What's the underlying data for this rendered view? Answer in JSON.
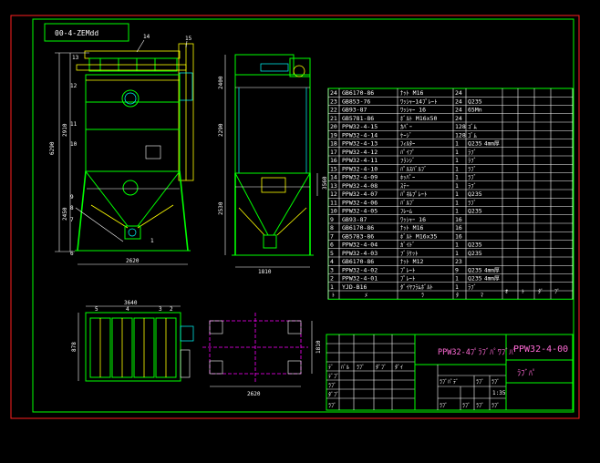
{
  "drawing": {
    "title_code": "PPW32-4-00",
    "mirrored_code": "00-4-ZEMdd",
    "subtitle": "ﾗﾌﾞﾊﾟ",
    "assembly_name": "PPW32-4ﾌﾟﾗﾌﾞﾊﾟﾜﾌﾞﾊﾟ",
    "scale": "1:35"
  },
  "callouts": {
    "front": [
      "13",
      "12",
      "11",
      "10",
      "9",
      "8",
      "7",
      "6",
      "14",
      "15",
      "1"
    ],
    "plan": [
      "5",
      "4",
      "3",
      "2"
    ]
  },
  "dimensions": {
    "front_height": "6290",
    "front_upper": "2910",
    "front_lower": "2450",
    "front_width": "2620",
    "side_top": "2400",
    "side_mid": "2290",
    "side_low": "2530",
    "side_r": "3560",
    "side_width": "1810",
    "plan_width": "3640",
    "plan_height": "878",
    "base_width": "2620",
    "base_height": "1810"
  },
  "bom": [
    {
      "no": "24",
      "code": "GB6170-86",
      "name": "ﾅｯﾄ M16",
      "qty": "24",
      "mat": "",
      "note": ""
    },
    {
      "no": "23",
      "code": "GB853-76",
      "name": "ﾜｯｼｬｰ14ﾌﾟﾚｰﾄ",
      "qty": "24",
      "mat": "Q235",
      "note": ""
    },
    {
      "no": "22",
      "code": "GB93-87",
      "name": "ﾜｯｼｬｰ 16",
      "qty": "24",
      "mat": "65Mn",
      "note": ""
    },
    {
      "no": "21",
      "code": "GB5781-86",
      "name": "ﾎﾞﾙﾄ M16x50",
      "qty": "24",
      "mat": "",
      "note": ""
    },
    {
      "no": "20",
      "code": "PPW32-4-15",
      "name": "ｶﾊﾞｰ",
      "qty": "128",
      "mat": "ｺﾞﾑ",
      "note": ""
    },
    {
      "no": "19",
      "code": "PPW32-4-14",
      "name": "ｹｰｼﾞ",
      "qty": "128",
      "mat": "ｺﾞﾑ",
      "note": ""
    },
    {
      "no": "18",
      "code": "PPW32-4-13",
      "name": "ﾌｨﾙﾀｰ",
      "qty": "1",
      "mat": "Q235",
      "note": "4mm厚"
    },
    {
      "no": "17",
      "code": "PPW32-4-12",
      "name": "ﾊﾟｲﾌﾟ",
      "qty": "1",
      "mat": "ﾗﾌﾞ",
      "note": ""
    },
    {
      "no": "16",
      "code": "PPW32-4-11",
      "name": "ﾌﾗﾝｼﾞ",
      "qty": "1",
      "mat": "ﾗﾌﾞ",
      "note": ""
    },
    {
      "no": "15",
      "code": "PPW32-4-10",
      "name": "ﾊﾟﾙｽﾊﾞﾙﾌﾞ",
      "qty": "1",
      "mat": "ﾗﾌﾞ",
      "note": ""
    },
    {
      "no": "14",
      "code": "PPW32-4-09",
      "name": "ﾎｯﾊﾟｰ",
      "qty": "1",
      "mat": "ﾗﾌﾞ",
      "note": ""
    },
    {
      "no": "13",
      "code": "PPW32-4-08",
      "name": "ｽﾃｰ",
      "qty": "1",
      "mat": "ﾗﾌﾞ",
      "note": ""
    },
    {
      "no": "12",
      "code": "PPW32-4-07",
      "name": "ﾊﾟﾈﾙﾌﾟﾚｰﾄ",
      "qty": "1",
      "mat": "Q235",
      "note": ""
    },
    {
      "no": "11",
      "code": "PPW32-4-06",
      "name": "ﾊﾞﾙﾌﾞ",
      "qty": "1",
      "mat": "ﾗﾌﾞ",
      "note": ""
    },
    {
      "no": "10",
      "code": "PPW32-4-05",
      "name": "ﾌﾚｰﾑ",
      "qty": "1",
      "mat": "Q235",
      "note": ""
    },
    {
      "no": "9",
      "code": "GB93-87",
      "name": "ﾜｯｼｬｰ 16",
      "qty": "16",
      "mat": "",
      "note": ""
    },
    {
      "no": "8",
      "code": "GB6170-86",
      "name": "ﾅｯﾄ M16",
      "qty": "16",
      "mat": "",
      "note": ""
    },
    {
      "no": "7",
      "code": "GB5783-86",
      "name": "ﾎﾞﾙﾄ M16x35",
      "qty": "16",
      "mat": "",
      "note": ""
    },
    {
      "no": "6",
      "code": "PPW32-4-04",
      "name": "ｶﾞｲﾄﾞ",
      "qty": "1",
      "mat": "Q235",
      "note": ""
    },
    {
      "no": "5",
      "code": "PPW32-4-03",
      "name": "ﾌﾞﾗｹｯﾄ",
      "qty": "1",
      "mat": "Q235",
      "note": ""
    },
    {
      "no": "4",
      "code": "GB6170-86",
      "name": "ﾅｯﾄ M12",
      "qty": "23",
      "mat": "",
      "note": ""
    },
    {
      "no": "3",
      "code": "PPW32-4-02",
      "name": "ﾌﾟﾚｰﾄ",
      "qty": "9",
      "mat": "Q235",
      "note": "4mm厚"
    },
    {
      "no": "2",
      "code": "PPW32-4-01",
      "name": "ﾌﾟﾚｰﾄ",
      "qty": "1",
      "mat": "Q235",
      "note": "4mm厚"
    },
    {
      "no": "1",
      "code": "YJD-B16",
      "name": "ﾀﾞｲﾔﾌﾗﾑﾎﾞﾙﾄ",
      "qty": "1",
      "mat": "ﾗﾌﾞ",
      "note": ""
    }
  ],
  "bom_header": {
    "no": "ﾄ",
    "code": "ﾒ",
    "name": "ﾗ",
    "qty": "ﾀ",
    "mat": "ﾏ",
    "note": "ﾌﾞ"
  },
  "bom_header_extra": [
    "ｵ",
    "ﾄ",
    "ﾀﾞ",
    "ﾌﾞ"
  ],
  "title_block": {
    "rev_labels": [
      "ﾃﾞ",
      "ﾊﾞﾙ",
      "ﾗﾌﾞ",
      "ﾀﾞﾌﾞ",
      "ﾀﾞｲ"
    ],
    "left_rows": [
      "ﾃﾞﾌﾞ",
      "ﾗﾌﾞ",
      "ﾀﾞﾌﾞ",
      "ﾗﾌﾞ",
      "ﾗﾌﾞ"
    ],
    "col_labels": [
      "ﾗﾌﾞﾊﾟﾃﾞ",
      "ﾗﾌﾞ",
      "ﾗﾌﾞ"
    ],
    "bottom_labels": [
      "ﾗﾌﾞ",
      "ﾗﾌﾞ",
      "ﾗﾌﾞ",
      "ﾗﾌﾞ"
    ]
  }
}
